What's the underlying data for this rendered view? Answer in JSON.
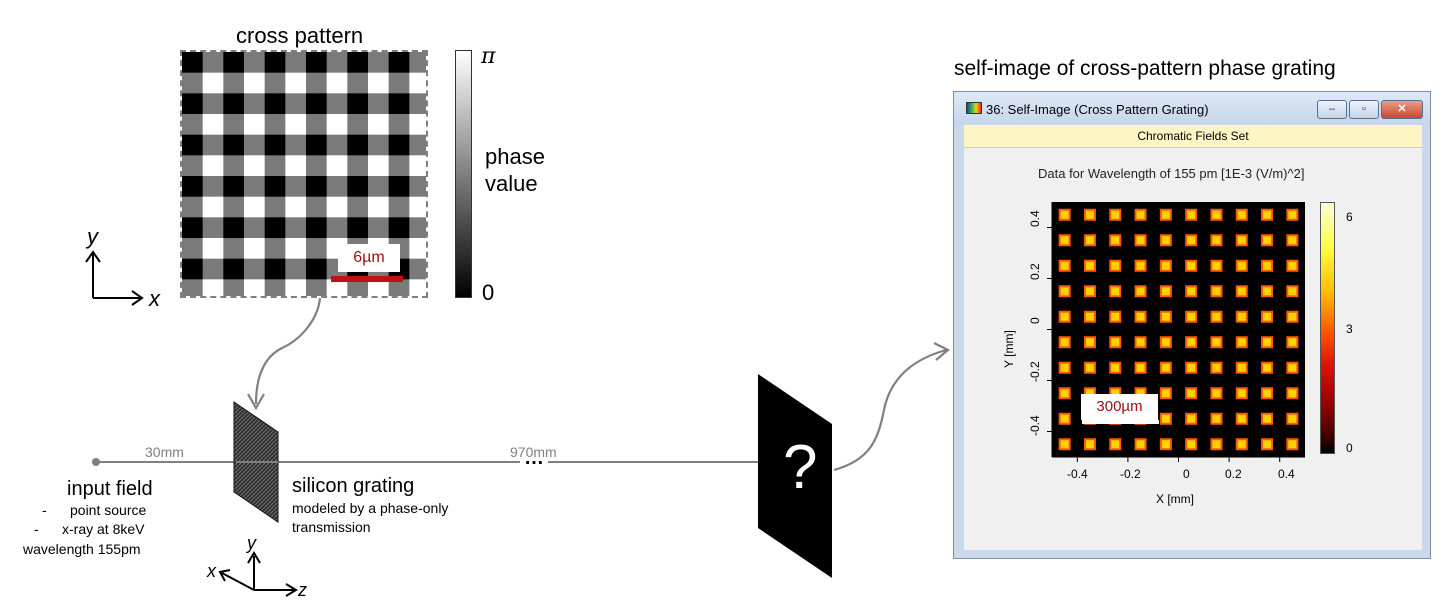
{
  "cross_pattern": {
    "title": "cross pattern",
    "scale_label": "6µm",
    "colorbar": {
      "top_label": "π",
      "bottom_label": "0",
      "label_line1": "phase",
      "label_line2": "value"
    },
    "axes": {
      "y": "y",
      "x": "x"
    },
    "colors": {
      "black": "#000000",
      "gray": "#7a7a7a",
      "white": "#ffffff"
    }
  },
  "setup": {
    "input_field": {
      "title": "input field",
      "bullets": [
        "-      point source",
        "-      x-ray at 8keV"
      ],
      "wavelength": "wavelength 155pm"
    },
    "distance_1": "30mm",
    "distance_2": "970mm",
    "ellipsis": "…",
    "grating": {
      "title": "silicon grating",
      "line1": "modeled by a phase-only",
      "line2": "transmission"
    },
    "screen_symbol": "?",
    "coords": {
      "x": "x",
      "y": "y",
      "z": "z"
    }
  },
  "self_image": {
    "heading": "self-image of cross-pattern phase grating",
    "window": {
      "title": "36: Self-Image (Cross Pattern Grating)",
      "buttons": {
        "minimize": "–",
        "restore": "▫",
        "close": "✕"
      },
      "subheader": "Chromatic Fields Set",
      "plot_title": "Data for Wavelength of 155 pm  [1E-3 (V/m)^2]",
      "xlabel": "X [mm]",
      "ylabel": "Y [mm]",
      "x_ticks": [
        "-0.4",
        "-0.2",
        "0",
        "0.2",
        "0.4"
      ],
      "y_ticks": [
        "0.4",
        "0.2",
        "0",
        "-0.2",
        "-0.4"
      ],
      "colorbar_ticks": [
        "6",
        "3",
        "0"
      ],
      "scale_label": "300µm"
    }
  }
}
